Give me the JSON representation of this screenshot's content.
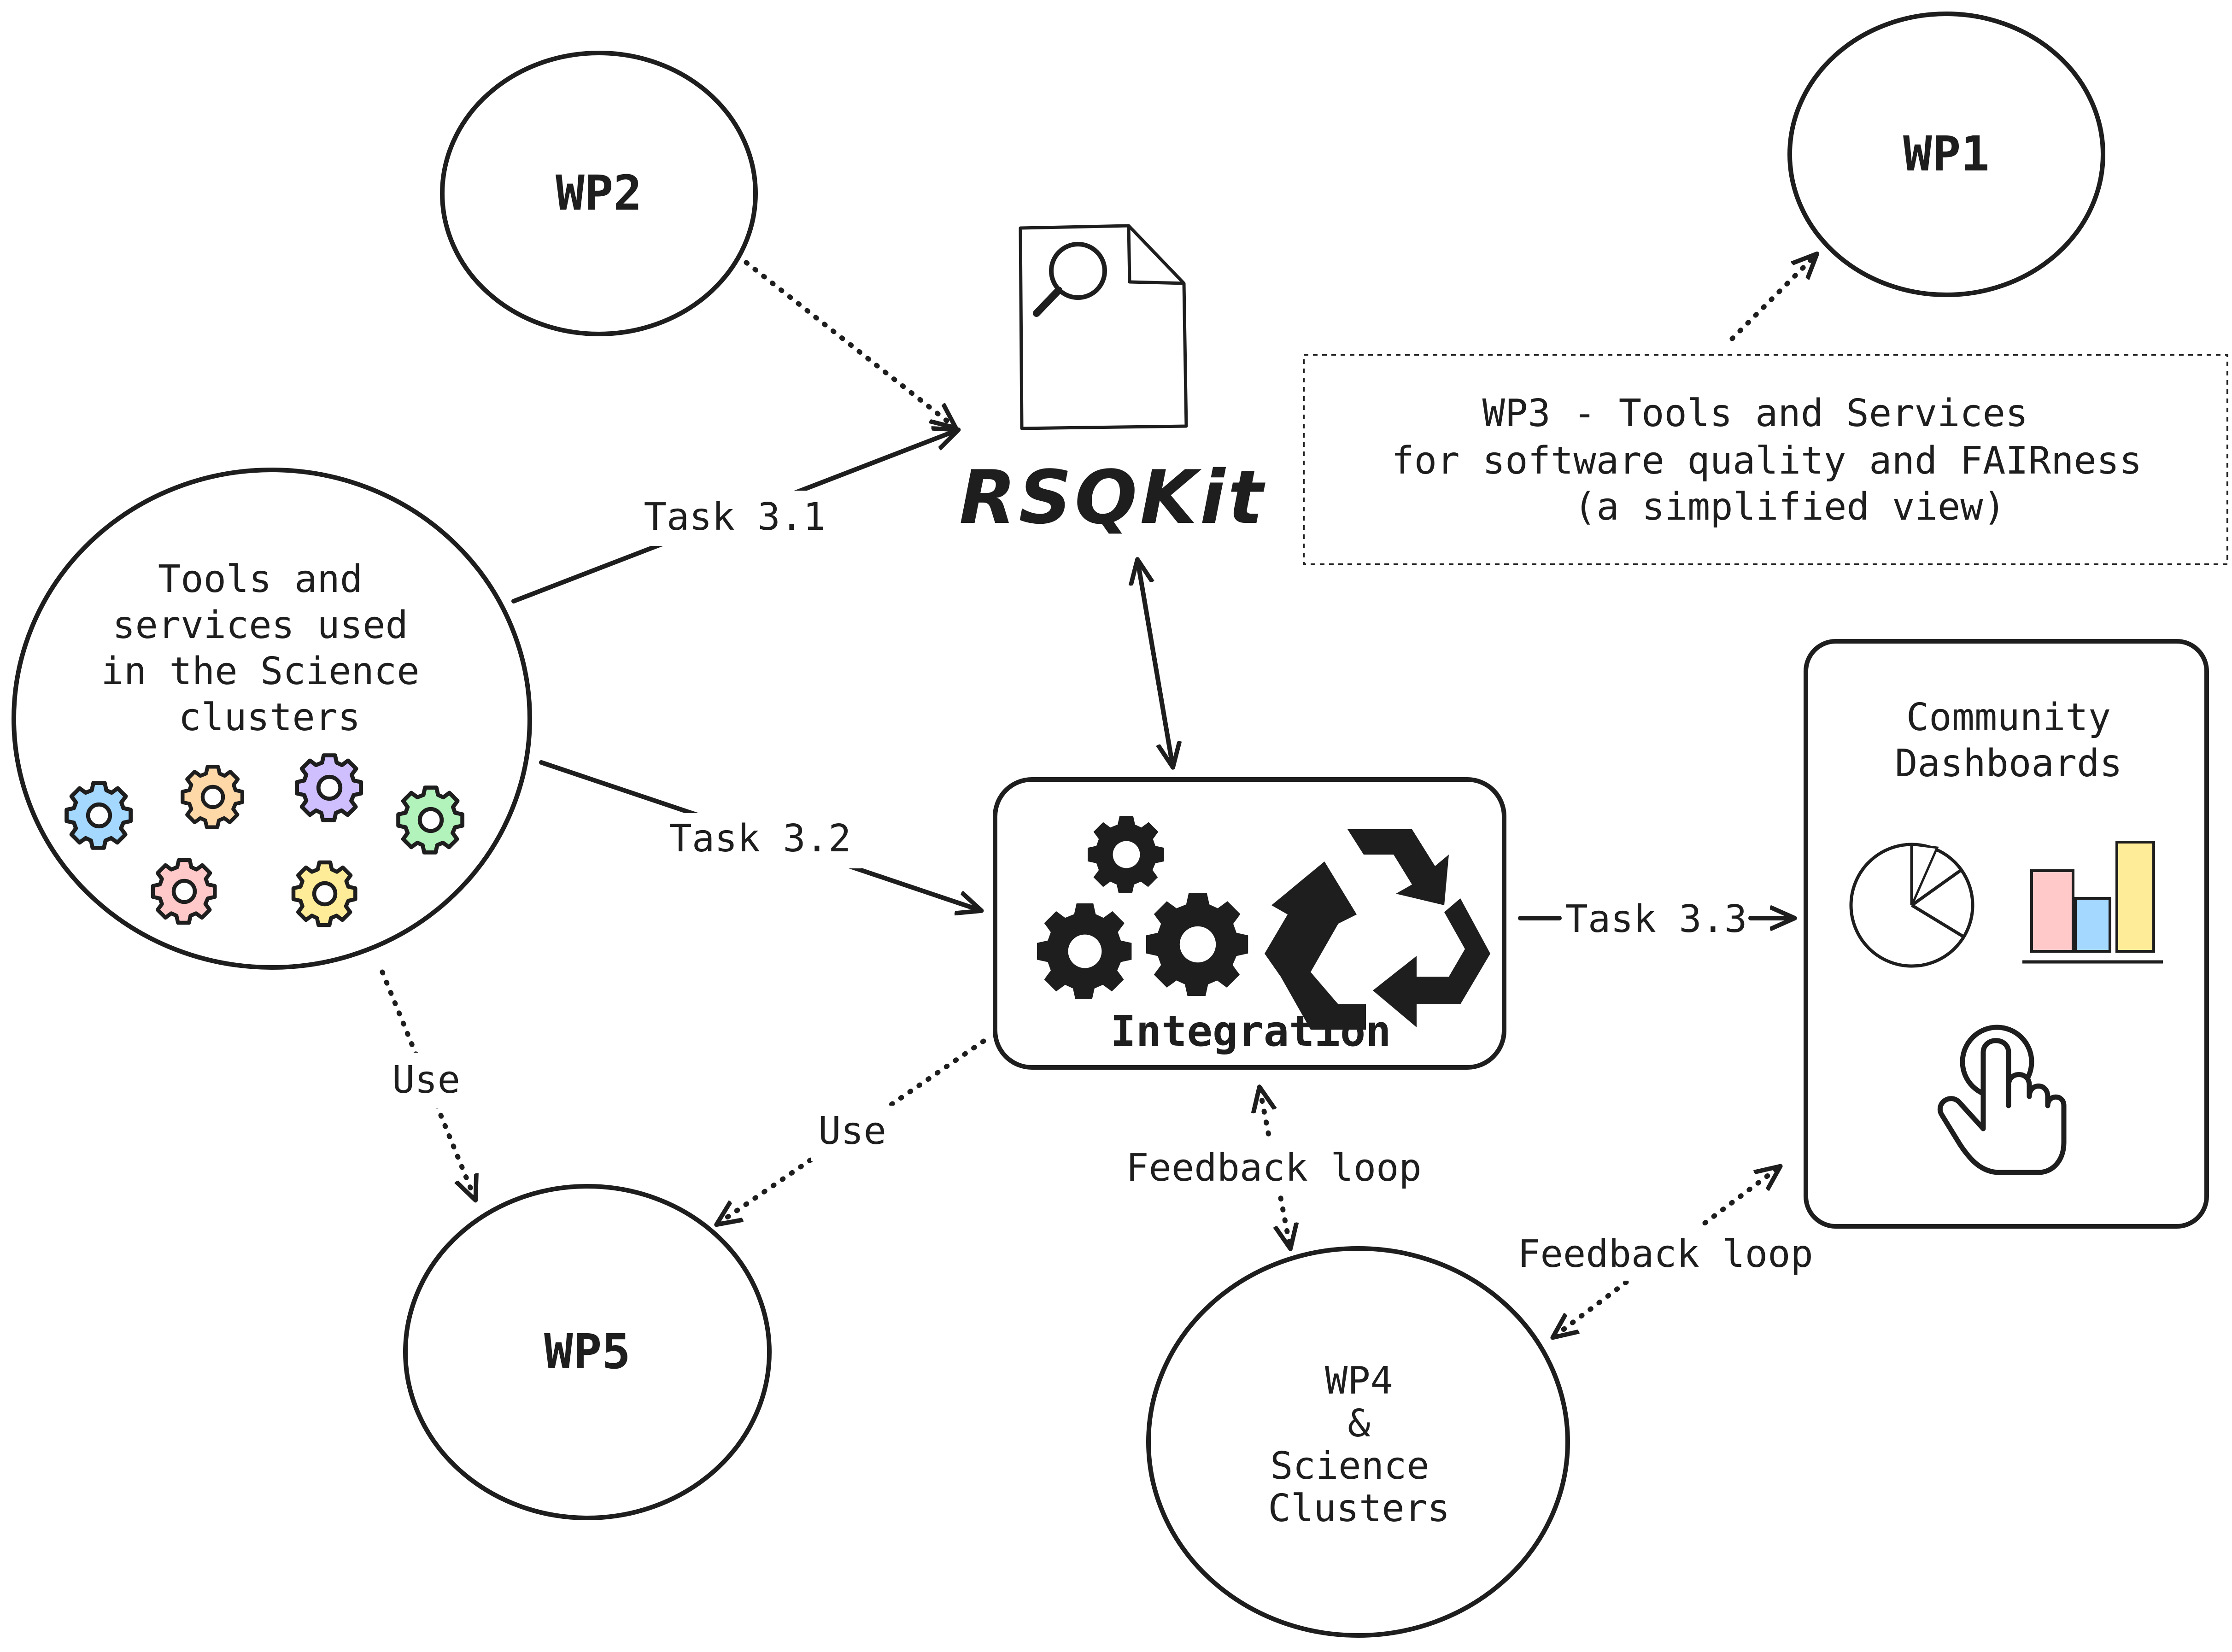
{
  "nodes": {
    "wp1": {
      "label": "WP1"
    },
    "wp2": {
      "label": "WP2"
    },
    "wp5": {
      "label": "WP5"
    },
    "wp4": {
      "lines": [
        "WP4",
        "&",
        "Science",
        "Clusters"
      ]
    },
    "tools": {
      "lines": [
        "Tools and",
        "services used",
        "in the Science",
        "clusters"
      ]
    },
    "rsqkit": {
      "label": "RSQKit"
    },
    "integration": {
      "label": "Integration"
    },
    "dashboards": {
      "lines": [
        "Community",
        "Dashboards"
      ]
    },
    "wp3_title": {
      "lines": [
        "WP3 - Tools and Services",
        "for software quality and FAIRness",
        "(a simplified view)"
      ]
    }
  },
  "edges": {
    "task31": "Task 3.1",
    "task32": "Task 3.2",
    "task33": "Task 3.3",
    "use_tools_wp5": "Use",
    "use_integration_wp5": "Use",
    "feedback_integration_wp4": "Feedback loop",
    "feedback_wp4_dashboards": "Feedback loop"
  },
  "colors": {
    "ink": "#1e1e1e",
    "gear_blue": "#a5d8ff",
    "gear_orange": "#ffd8a8",
    "gear_purple": "#d0bfff",
    "gear_green": "#b2f2bb",
    "gear_pink": "#ffc9c9",
    "gear_yellow": "#ffec99",
    "bar_pink": "#ffc9c9",
    "bar_blue": "#a5d8ff",
    "bar_yellow": "#ffec99"
  }
}
